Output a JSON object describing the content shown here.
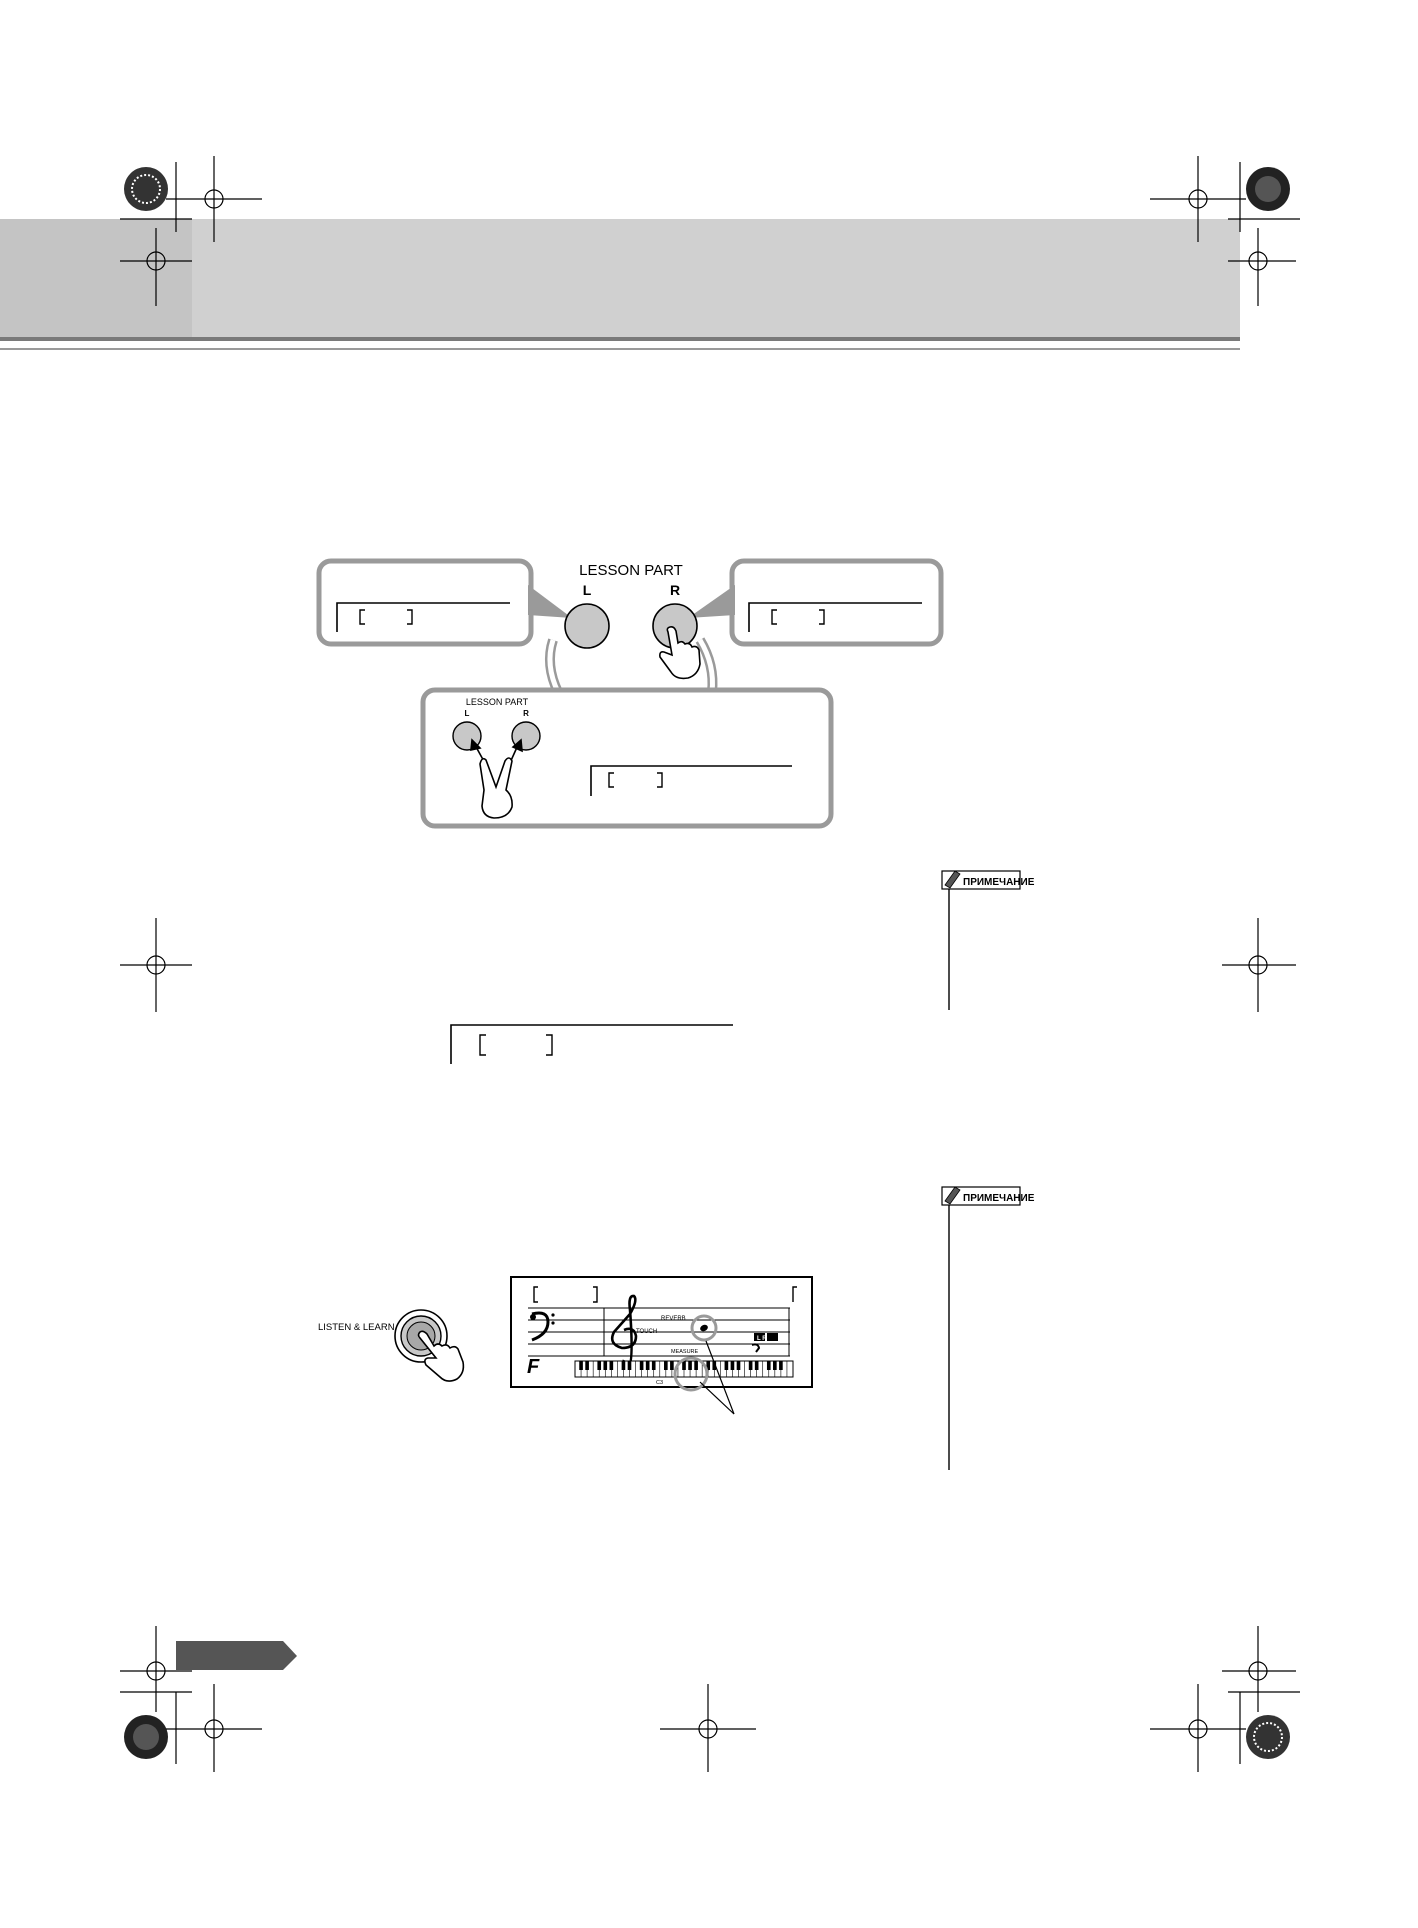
{
  "lesson_part_label": "LESSON PART",
  "left_label": "L",
  "right_label": "R",
  "note_badge_1": "ПРИМЕЧАНИЕ",
  "note_badge_2": "ПРИМЕЧАНИЕ",
  "listen_learn_label": "LISTEN & LEARN",
  "lcd": {
    "reverb": "REVERB",
    "touch": "TOUCH",
    "measure": "MEASURE",
    "c3": "C3",
    "lr": "L R",
    "f_symbol": "F"
  },
  "colors": {
    "header_band": "#cfcfcf",
    "accent_dark": "#555555",
    "button_fill": "#c8c8c8",
    "callout_border": "#9a9a9a"
  },
  "icons": [
    "registration-mark",
    "crosshair-mark",
    "finger-press-icon",
    "two-finger-press-icon",
    "pencil-note-icon"
  ]
}
